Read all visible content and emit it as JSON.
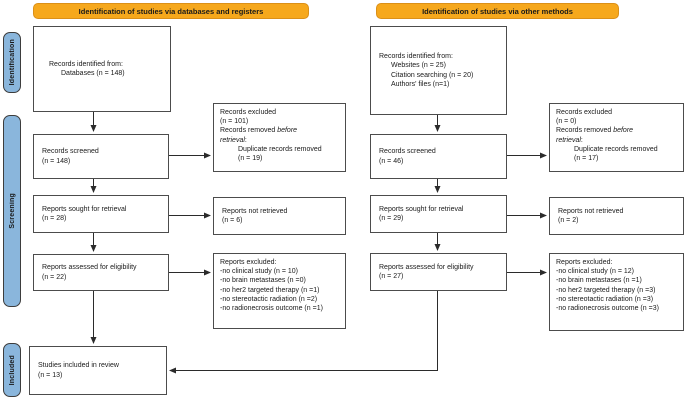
{
  "headers": {
    "left": "Identification of studies via databases and registers",
    "right": "Identification of studies via other methods"
  },
  "sidebar": {
    "identification": "Identification",
    "screening": "Screening",
    "included": "Included"
  },
  "databases": {
    "identified": {
      "l1": "Records identified from:",
      "l2": "Databases (n = 148)"
    },
    "screened": {
      "l1": "Records screened",
      "l2": "(n = 148)"
    },
    "sought": {
      "l1": "Reports sought for retrieval",
      "l2": "(n = 28)"
    },
    "assessed": {
      "l1": "Reports assessed for eligibility",
      "l2": "(n = 22)"
    },
    "included": {
      "l1": "Studies included in review",
      "l2": "(n = 13)"
    },
    "records_excluded": {
      "l1": "Records excluded",
      "l2": "(n = 101)",
      "rm_pre": "Records removed ",
      "rm_before": "before",
      "rm_retrieval": "retrieval",
      "rm_colon": ":",
      "dup": "Duplicate records removed",
      "dup_n": "(n = 19)"
    },
    "not_retrieved": {
      "l1": "Reports not retrieved",
      "l2": "(n = 6)"
    },
    "reports_excluded": {
      "title": "Reports excluded:",
      "items": [
        "-no clinical study (n = 10)",
        "-no brain metastases (n =0)",
        "-no her2 targeted therapy (n =1)",
        "-no stereotactic radiation (n =2)",
        "-no radionecrosis outcome (n =1)"
      ]
    }
  },
  "other_methods": {
    "identified": {
      "l1": "Records identified from:",
      "l2": "Websites (n = 25)",
      "l3": "Citation searching (n = 20)",
      "l4": "Authors' files (n=1)"
    },
    "screened": {
      "l1": "Records screened",
      "l2": "(n = 46)"
    },
    "sought": {
      "l1": "Reports sought for retrieval",
      "l2": "(n = 29)"
    },
    "assessed": {
      "l1": "Reports assessed for eligibility",
      "l2": "(n = 27)"
    },
    "records_excluded": {
      "l1": "Records excluded",
      "l2": "(n = 0)",
      "rm_pre": "Records removed ",
      "rm_before": "before",
      "rm_retrieval": "retrieval",
      "rm_colon": ":",
      "dup": "Duplicate records removed",
      "dup_n": "(n = 17)"
    },
    "not_retrieved": {
      "l1": "Reports not retrieved",
      "l2": "(n = 2)"
    },
    "reports_excluded": {
      "title": "Reports excluded:",
      "items": [
        "-no clinical study (n = 12)",
        "-no brain metastases (n =1)",
        "-no her2 targeted therapy (n =3)",
        "-no stereotactic radiation (n =3)",
        "-no radionecrosis outcome (n =3)"
      ]
    }
  },
  "colors": {
    "header_fill": "#F6A81C",
    "header_border": "#DB9018",
    "sidebar_fill": "#8AB6DC",
    "sidebar_border": "#3D3D3D",
    "box_border": "#4C4C4C",
    "arrow": "#2B2B2B",
    "text": "#1A1A1A"
  }
}
